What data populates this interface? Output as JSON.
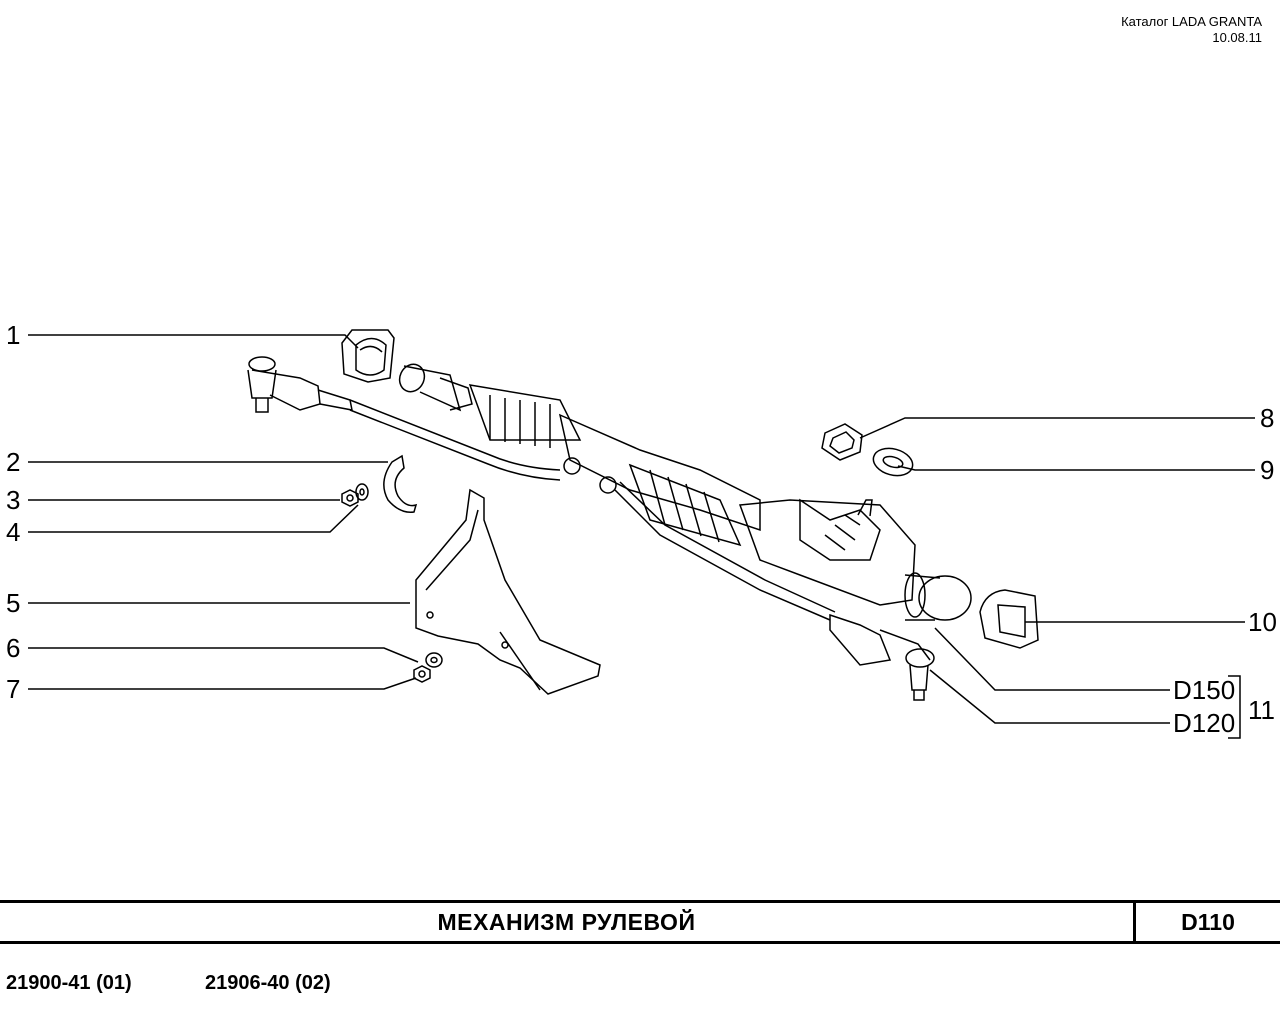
{
  "header": {
    "catalog": "Каталог LADA  GRANTA",
    "date": "10.08.11"
  },
  "callouts": {
    "c1": "1",
    "c2": "2",
    "c3": "3",
    "c4": "4",
    "c5": "5",
    "c6": "6",
    "c7": "7",
    "c8": "8",
    "c9": "9",
    "c10": "10",
    "d150": "D150",
    "d120": "D120",
    "c11": "11"
  },
  "title_bar": {
    "title": "МЕХАНИЗМ   РУЛЕВОЙ",
    "code": "D110"
  },
  "variants": {
    "v1": "21900-41 (01)",
    "v2": "21906-40 (02)"
  }
}
